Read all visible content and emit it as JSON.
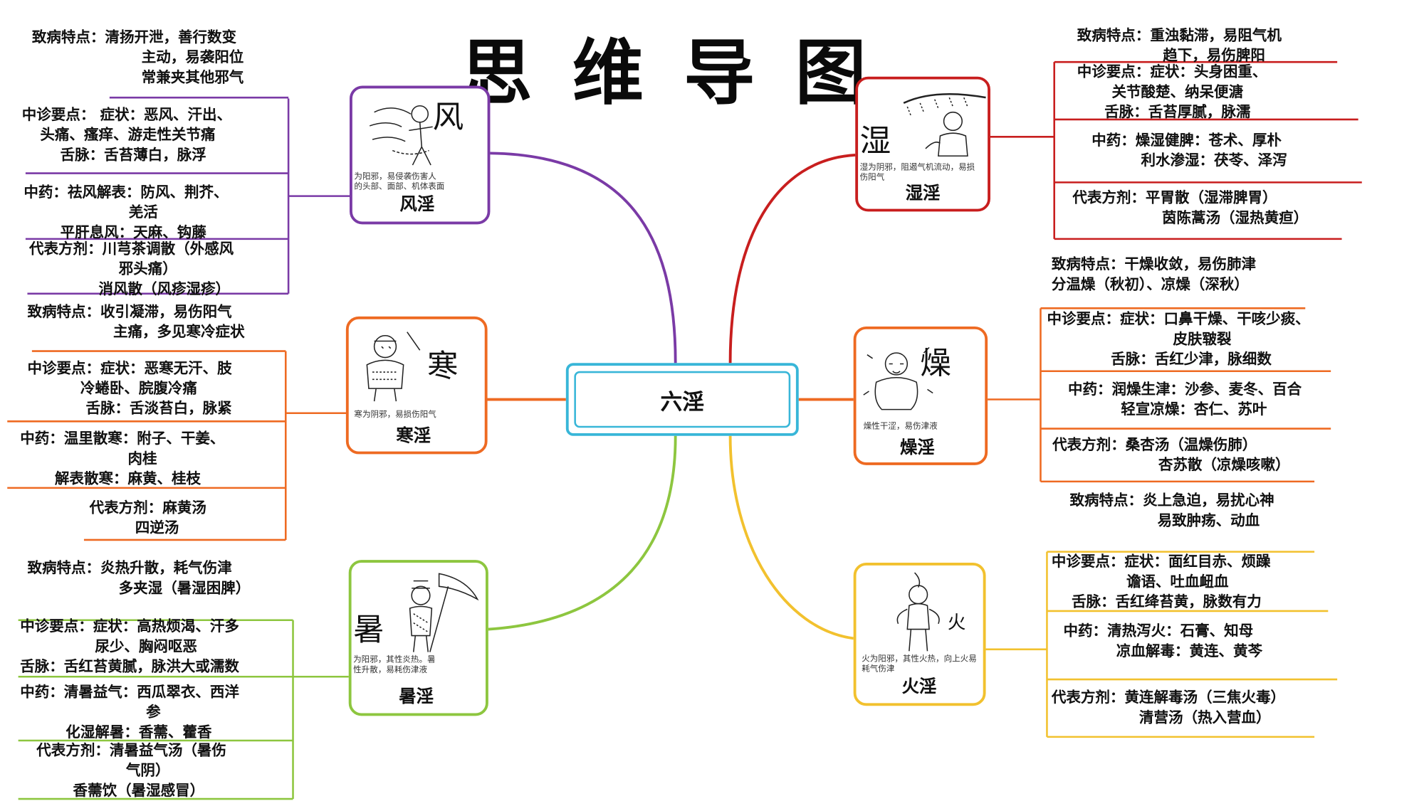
{
  "title": "思维导图",
  "center": "六淫",
  "colors": {
    "wind": "#7a3aa6",
    "cold": "#ee6a22",
    "summer": "#8dc63f",
    "damp": "#c81e1e",
    "dry": "#ee6a22",
    "fire": "#f2c12e",
    "center": "#38b6d8"
  },
  "nodes": {
    "wind": {
      "char": "风",
      "icon": "wind-figure-illustration",
      "caption_lines": [
        "为阳邪，易侵袭伤害人",
        "的头部、面部、机体表面"
      ],
      "name": "风淫",
      "feature": [
        "致病特点：清扬开泄，善行数变",
        "主动，易袭阳位",
        "常兼夹其他邪气"
      ],
      "diagnosis": [
        "中诊要点：  症状：恶风、汗出、",
        "头痛、瘙痒、游走性关节痛",
        "舌脉：舌苔薄白，脉浮"
      ],
      "medicine": [
        "中药：祛风解表：防风、荆芥、",
        "羌活",
        "平肝息风：天麻、钩藤"
      ],
      "formula": [
        "代表方剂：川芎茶调散（外感风",
        "邪头痛）",
        "消风散（风疹湿疹）"
      ]
    },
    "cold": {
      "char": "寒",
      "icon": "cold-figure-illustration",
      "caption_lines": [
        "寒为阴邪，易损伤阳气"
      ],
      "name": "寒淫",
      "feature": [
        "致病特点：收引凝滞，易伤阳气",
        "主痛，多见寒冷症状"
      ],
      "diagnosis": [
        "中诊要点：症状：恶寒无汗、肢",
        "冷蜷卧、脘腹冷痛",
        "舌脉：舌淡苔白，脉紧"
      ],
      "medicine": [
        "中药：温里散寒：附子、干姜、",
        "肉桂",
        "解表散寒：麻黄、桂枝"
      ],
      "formula": [
        "代表方剂：麻黄汤",
        "四逆汤"
      ]
    },
    "summer": {
      "char": "暑",
      "icon": "summer-figure-illustration",
      "caption_lines": [
        "为阳邪，其性炎热。暑",
        "性升散，易耗伤津液"
      ],
      "name": "暑淫",
      "feature": [
        "致病特点：炎热升散，耗气伤津",
        "多夹湿（暑湿困脾）"
      ],
      "diagnosis": [
        "中诊要点：症状：高热烦渴、汗多",
        "尿少、胸闷呕恶",
        "舌脉：舌红苔黄腻，脉洪大或濡数"
      ],
      "medicine": [
        "中药：清暑益气：西瓜翠衣、西洋",
        "参",
        "化湿解暑：香薷、藿香"
      ],
      "formula": [
        "代表方剂：清暑益气汤（暑伤",
        "气阴）",
        "香薷饮（暑湿感冒）"
      ]
    },
    "damp": {
      "char": "湿",
      "icon": "damp-figure-illustration",
      "caption_lines": [
        "湿为阴邪，阻遏气机流动，易损",
        "伤阳气"
      ],
      "name": "湿淫",
      "feature": [
        "致病特点：重浊黏滞，易阻气机",
        "趋下，易伤脾阳"
      ],
      "diagnosis": [
        "中诊要点：症状：头身困重、",
        "关节酸楚、纳呆便溏",
        "舌脉：舌苔厚腻，脉濡"
      ],
      "medicine": [
        "中药：燥湿健脾：苍术、厚朴",
        "利水渗湿：茯苓、泽泻"
      ],
      "formula": [
        "代表方剂：平胃散（湿滞脾胃）",
        "茵陈蒿汤（湿热黄疸）"
      ]
    },
    "dry": {
      "char": "燥",
      "icon": "dry-figure-illustration",
      "caption_lines": [
        "燥性干涩，易伤津液"
      ],
      "name": "燥淫",
      "feature": [
        "致病特点：干燥收敛，易伤肺津",
        "分温燥（秋初）、凉燥（深秋）"
      ],
      "diagnosis": [
        "中诊要点：症状：口鼻干燥、干咳少痰、",
        "皮肤皲裂",
        "舌脉：舌红少津，脉细数"
      ],
      "medicine": [
        "中药：润燥生津：沙参、麦冬、百合",
        "轻宣凉燥：杏仁、苏叶"
      ],
      "formula": [
        "代表方剂：桑杏汤（温燥伤肺）",
        "杏苏散（凉燥咳嗽）"
      ]
    },
    "fire": {
      "char": "火",
      "icon": "fire-figure-illustration",
      "caption_lines": [
        "火为阳邪，其性火热，向上火易",
        "耗气伤津"
      ],
      "name": "火淫",
      "feature": [
        "致病特点：炎上急迫，易扰心神",
        "易致肿疡、动血"
      ],
      "diagnosis": [
        "中诊要点：症状：面红目赤、烦躁",
        "谵语、吐血衄血",
        "舌脉：舌红绛苔黄，脉数有力"
      ],
      "medicine": [
        "中药：清热泻火：石膏、知母",
        "凉血解毒：黄连、黄芩"
      ],
      "formula": [
        "代表方剂：黄连解毒汤（三焦火毒）",
        "清营汤（热入营血）"
      ]
    }
  }
}
